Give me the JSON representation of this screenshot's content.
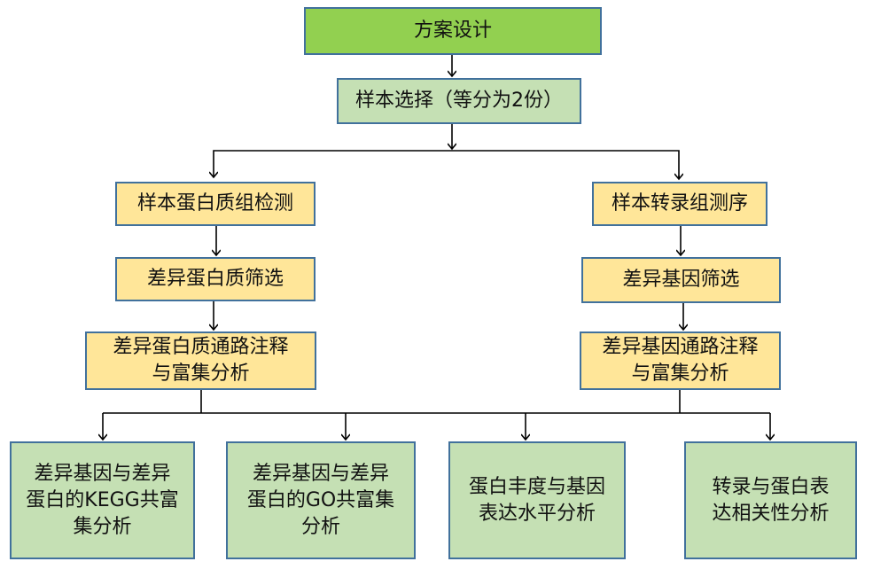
{
  "colors": {
    "top": "#92d050",
    "light_green": "#c5e0b4",
    "yellow": "#ffe699",
    "border": "#41719c"
  },
  "nodes": {
    "design": "方案设计",
    "sample": "样本选择（等分为2份）",
    "prot_detect": "样本蛋白质组检测",
    "prot_screen": "差异蛋白质筛选",
    "prot_pathway": "差异蛋白质通路注释\n与富集分析",
    "tx_seq": "样本转录组测序",
    "gene_screen": "差异基因筛选",
    "gene_pathway": "差异基因通路注释\n与富集分析",
    "kegg": "差异基因与差异\n蛋白的KEGG共富\n集分析",
    "go": "差异基因与差异\n蛋白的GO共富集\n分析",
    "abundance": "蛋白丰度与基因\n表达水平分析",
    "correlation": "转录与蛋白表\n达相关性分析"
  }
}
